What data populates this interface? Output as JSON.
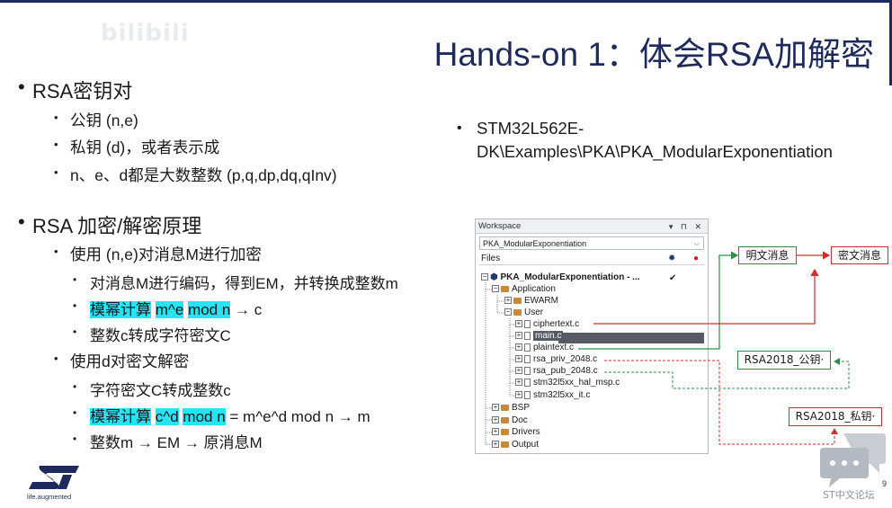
{
  "slide": {
    "title": "Hands-on 1：体会RSA加解密",
    "watermark": "bilibili",
    "page_number": "9",
    "forum_label": "ST中文论坛",
    "logo_text": "ST",
    "logo_tagline": "life.augmented",
    "colors": {
      "title": "#1f2a5c",
      "highlight": "#26e3f6",
      "green_box": "#2d8f47",
      "red_box": "#cf2e2e"
    }
  },
  "bullets": {
    "keypair": {
      "heading": "RSA密钥对",
      "items": [
        "公钥 (n,e)",
        "私钥 (d)，或者表示成",
        "n、e、d都是大数整数 (p,q,dp,dq,qInv)"
      ]
    },
    "principle": {
      "heading": "RSA 加密/解密原理",
      "encrypt": {
        "label": "使用 (n,e)对消息M进行加密",
        "step1": "对消息M进行编码，得到EM，并转换成整数m",
        "step2_a": "模幂计算",
        "step2_b": "m^e",
        "step2_c": "mod n",
        "step2_d": " → c",
        "step3": "整数c转成字符密文C"
      },
      "decrypt": {
        "label": "使用d对密文解密",
        "step1": "字符密文C转成整数c",
        "step2_a": "模幂计算",
        "step2_b": "c^d",
        "step2_c": "mod n",
        "step2_d": " = m^e^d mod n  → m",
        "step3": "整数m → EM → 原消息M"
      }
    }
  },
  "example_path": "STM32L562E-DK\\Examples\\PKA\\PKA_ModularExponentiation",
  "workspace": {
    "header": "Workspace",
    "controls": "▾ ⊓ ✕",
    "project_combo": "PKA_ModularExponentiation",
    "files_label": "Files",
    "gear_icon": "gear-icon",
    "root": "PKA_ModularExponentiation - ...",
    "check": "✔",
    "tree": [
      {
        "label": "Application",
        "kind": "folder",
        "pm": "−"
      },
      {
        "label": "EWARM",
        "kind": "folder",
        "pm": "+"
      },
      {
        "label": "User",
        "kind": "folder",
        "pm": "−"
      },
      {
        "label": "ciphertext.c",
        "kind": "file",
        "pm": "+"
      },
      {
        "label": "main.c",
        "kind": "file",
        "pm": "+"
      },
      {
        "label": "plaintext.c",
        "kind": "file",
        "pm": "+"
      },
      {
        "label": "rsa_priv_2048.c",
        "kind": "file",
        "pm": "+"
      },
      {
        "label": "rsa_pub_2048.c",
        "kind": "file",
        "pm": "+"
      },
      {
        "label": "stm32l5xx_hal_msp.c",
        "kind": "file",
        "pm": "+"
      },
      {
        "label": "stm32l5xx_it.c",
        "kind": "file",
        "pm": "+"
      },
      {
        "label": "BSP",
        "kind": "folder",
        "pm": "+"
      },
      {
        "label": "Doc",
        "kind": "folder",
        "pm": "+"
      },
      {
        "label": "Drivers",
        "kind": "folder",
        "pm": "+"
      },
      {
        "label": "Output",
        "kind": "folder",
        "pm": "+"
      }
    ]
  },
  "callouts": {
    "plaintext": "明文消息",
    "ciphertext": "密文消息",
    "pubkey": "RSA2018_公钥·",
    "privkey": "RSA2018_私钥·"
  }
}
